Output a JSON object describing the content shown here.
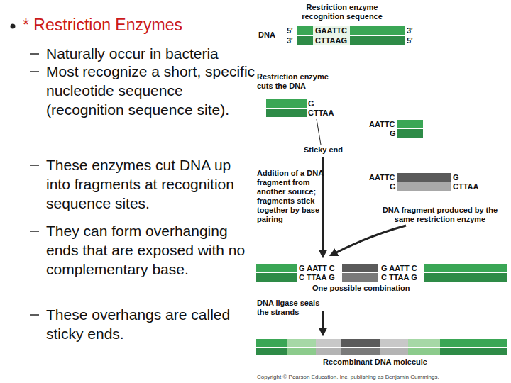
{
  "diagram": {
    "title": "* Restriction Enzymes",
    "labels": [
      "Naturally occur in bacteria",
      "Most recognize a short, specific nucleotide sequence (recognition sequence site).",
      "These enzymes cut DNA up into fragments at recognition sequence sites.",
      "They can form overhanging ends that are exposed with no complementary base.",
      "These overhangs are called sticky ends.",
      "Restriction enzyme recognition sequence",
      "DNA",
      "5′",
      "3′",
      "3′",
      "5′",
      "GAATTC",
      "CTTAAG",
      "Restriction enzyme cuts the DNA",
      "G",
      "CTTAA",
      "AATTC",
      "G",
      "Sticky end",
      "Addition of a DNA fragment from another source; fragments stick together by base pairing",
      "AATTC",
      "G",
      "G",
      "CTTAA",
      "DNA fragment produced by the same restriction enzyme",
      "G AATT C",
      "C TTAA G",
      "G AATT C",
      "C TTAA G",
      "One possible combination",
      "DNA ligase seals the strands",
      "Recombinant DNA molecule",
      "Copyright © Pearson Education, Inc. publishing as Benjamin Cummings."
    ]
  }
}
